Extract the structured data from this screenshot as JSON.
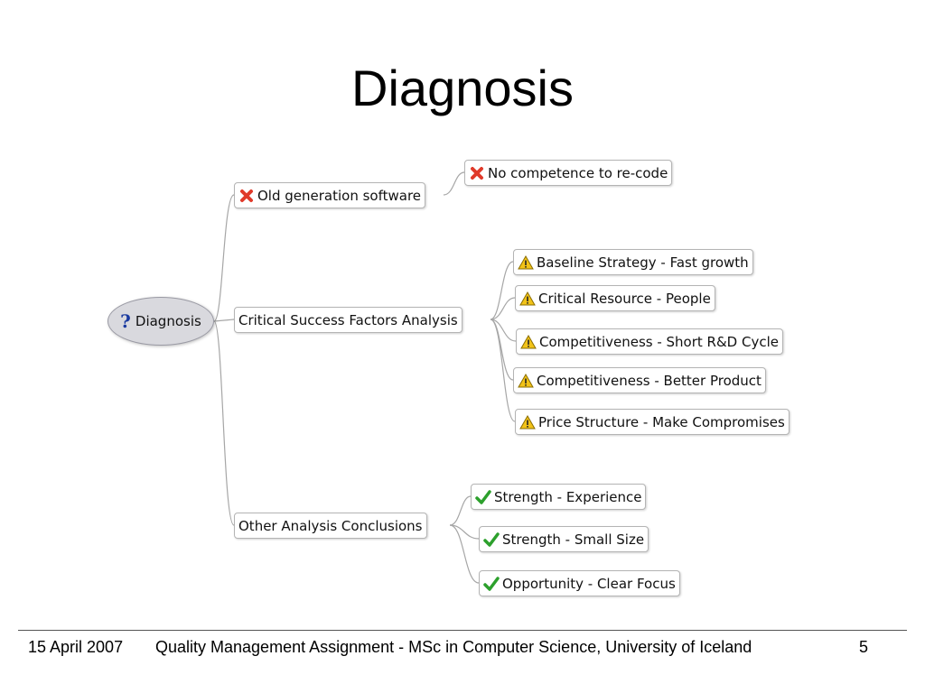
{
  "slide": {
    "title": "Diagnosis"
  },
  "mindmap": {
    "root": {
      "label": "Diagnosis",
      "icon": "question-icon"
    },
    "branches": [
      {
        "label": "Old generation software",
        "icon": "cross-icon",
        "children": [
          {
            "label": "No competence to re-code",
            "icon": "cross-icon"
          }
        ]
      },
      {
        "label": "Critical Success Factors Analysis",
        "icon": "",
        "children": [
          {
            "label": "Baseline Strategy - Fast growth",
            "icon": "warning-icon"
          },
          {
            "label": "Critical Resource - People",
            "icon": "warning-icon"
          },
          {
            "label": "Competitiveness - Short R&D Cycle",
            "icon": "warning-icon"
          },
          {
            "label": "Competitiveness - Better Product",
            "icon": "warning-icon"
          },
          {
            "label": "Price Structure - Make Compromises",
            "icon": "warning-icon"
          }
        ]
      },
      {
        "label": "Other Analysis Conclusions",
        "icon": "",
        "children": [
          {
            "label": "Strength - Experience",
            "icon": "check-icon"
          },
          {
            "label": "Strength - Small Size",
            "icon": "check-icon"
          },
          {
            "label": "Opportunity - Clear Focus",
            "icon": "check-icon"
          }
        ]
      }
    ]
  },
  "colors": {
    "connector": "#a6a6a6",
    "root_fill": "#d9d9de",
    "cross": "#e03a2a",
    "warning": "#f2c318",
    "check": "#2ca02c"
  },
  "footer": {
    "date": "15 April 2007",
    "center": "Quality Management Assignment - MSc in Computer Science, University of Iceland",
    "page": "5"
  }
}
